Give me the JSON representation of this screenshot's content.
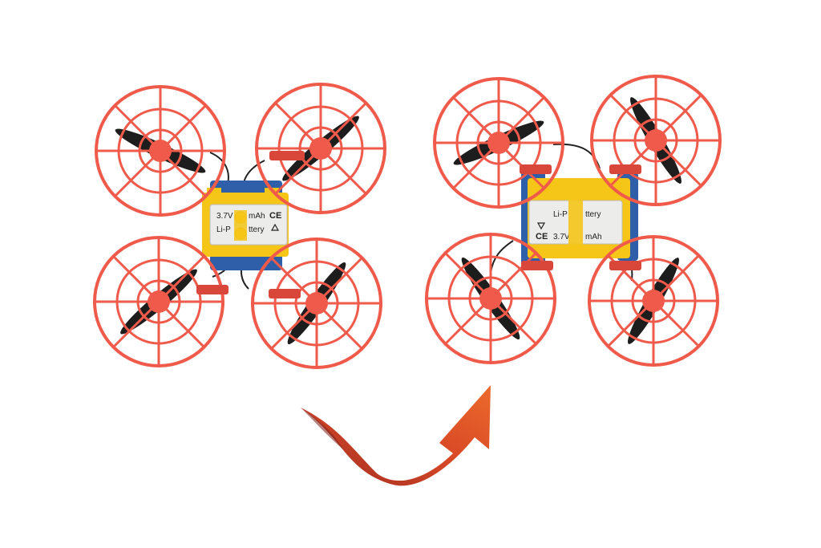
{
  "colors": {
    "background": "#ffffff",
    "guard": "#ef5a4a",
    "guard_dark": "#d8473a",
    "propeller": "#1d1d1d",
    "frame_yellow": "#f5c518",
    "frame_blue": "#2f5fa8",
    "battery": "#ececea",
    "wire": "#222222",
    "arrow_light": "#e8632a",
    "arrow_dark": "#9e2a22"
  },
  "left_drone": {
    "battery": {
      "line1": "3.7V",
      "line1_tail": "mAh",
      "line2": "Li-P",
      "line2_tail": "ttery",
      "mark_ce": "CE"
    }
  },
  "right_drone": {
    "battery": {
      "line1": "3.7V",
      "line1_tail": "mAh",
      "line2": "Li-P",
      "line2_tail": "ttery",
      "mark_ce": "CE"
    }
  },
  "arrow": {
    "icon": "curved-arrow-right-icon"
  }
}
